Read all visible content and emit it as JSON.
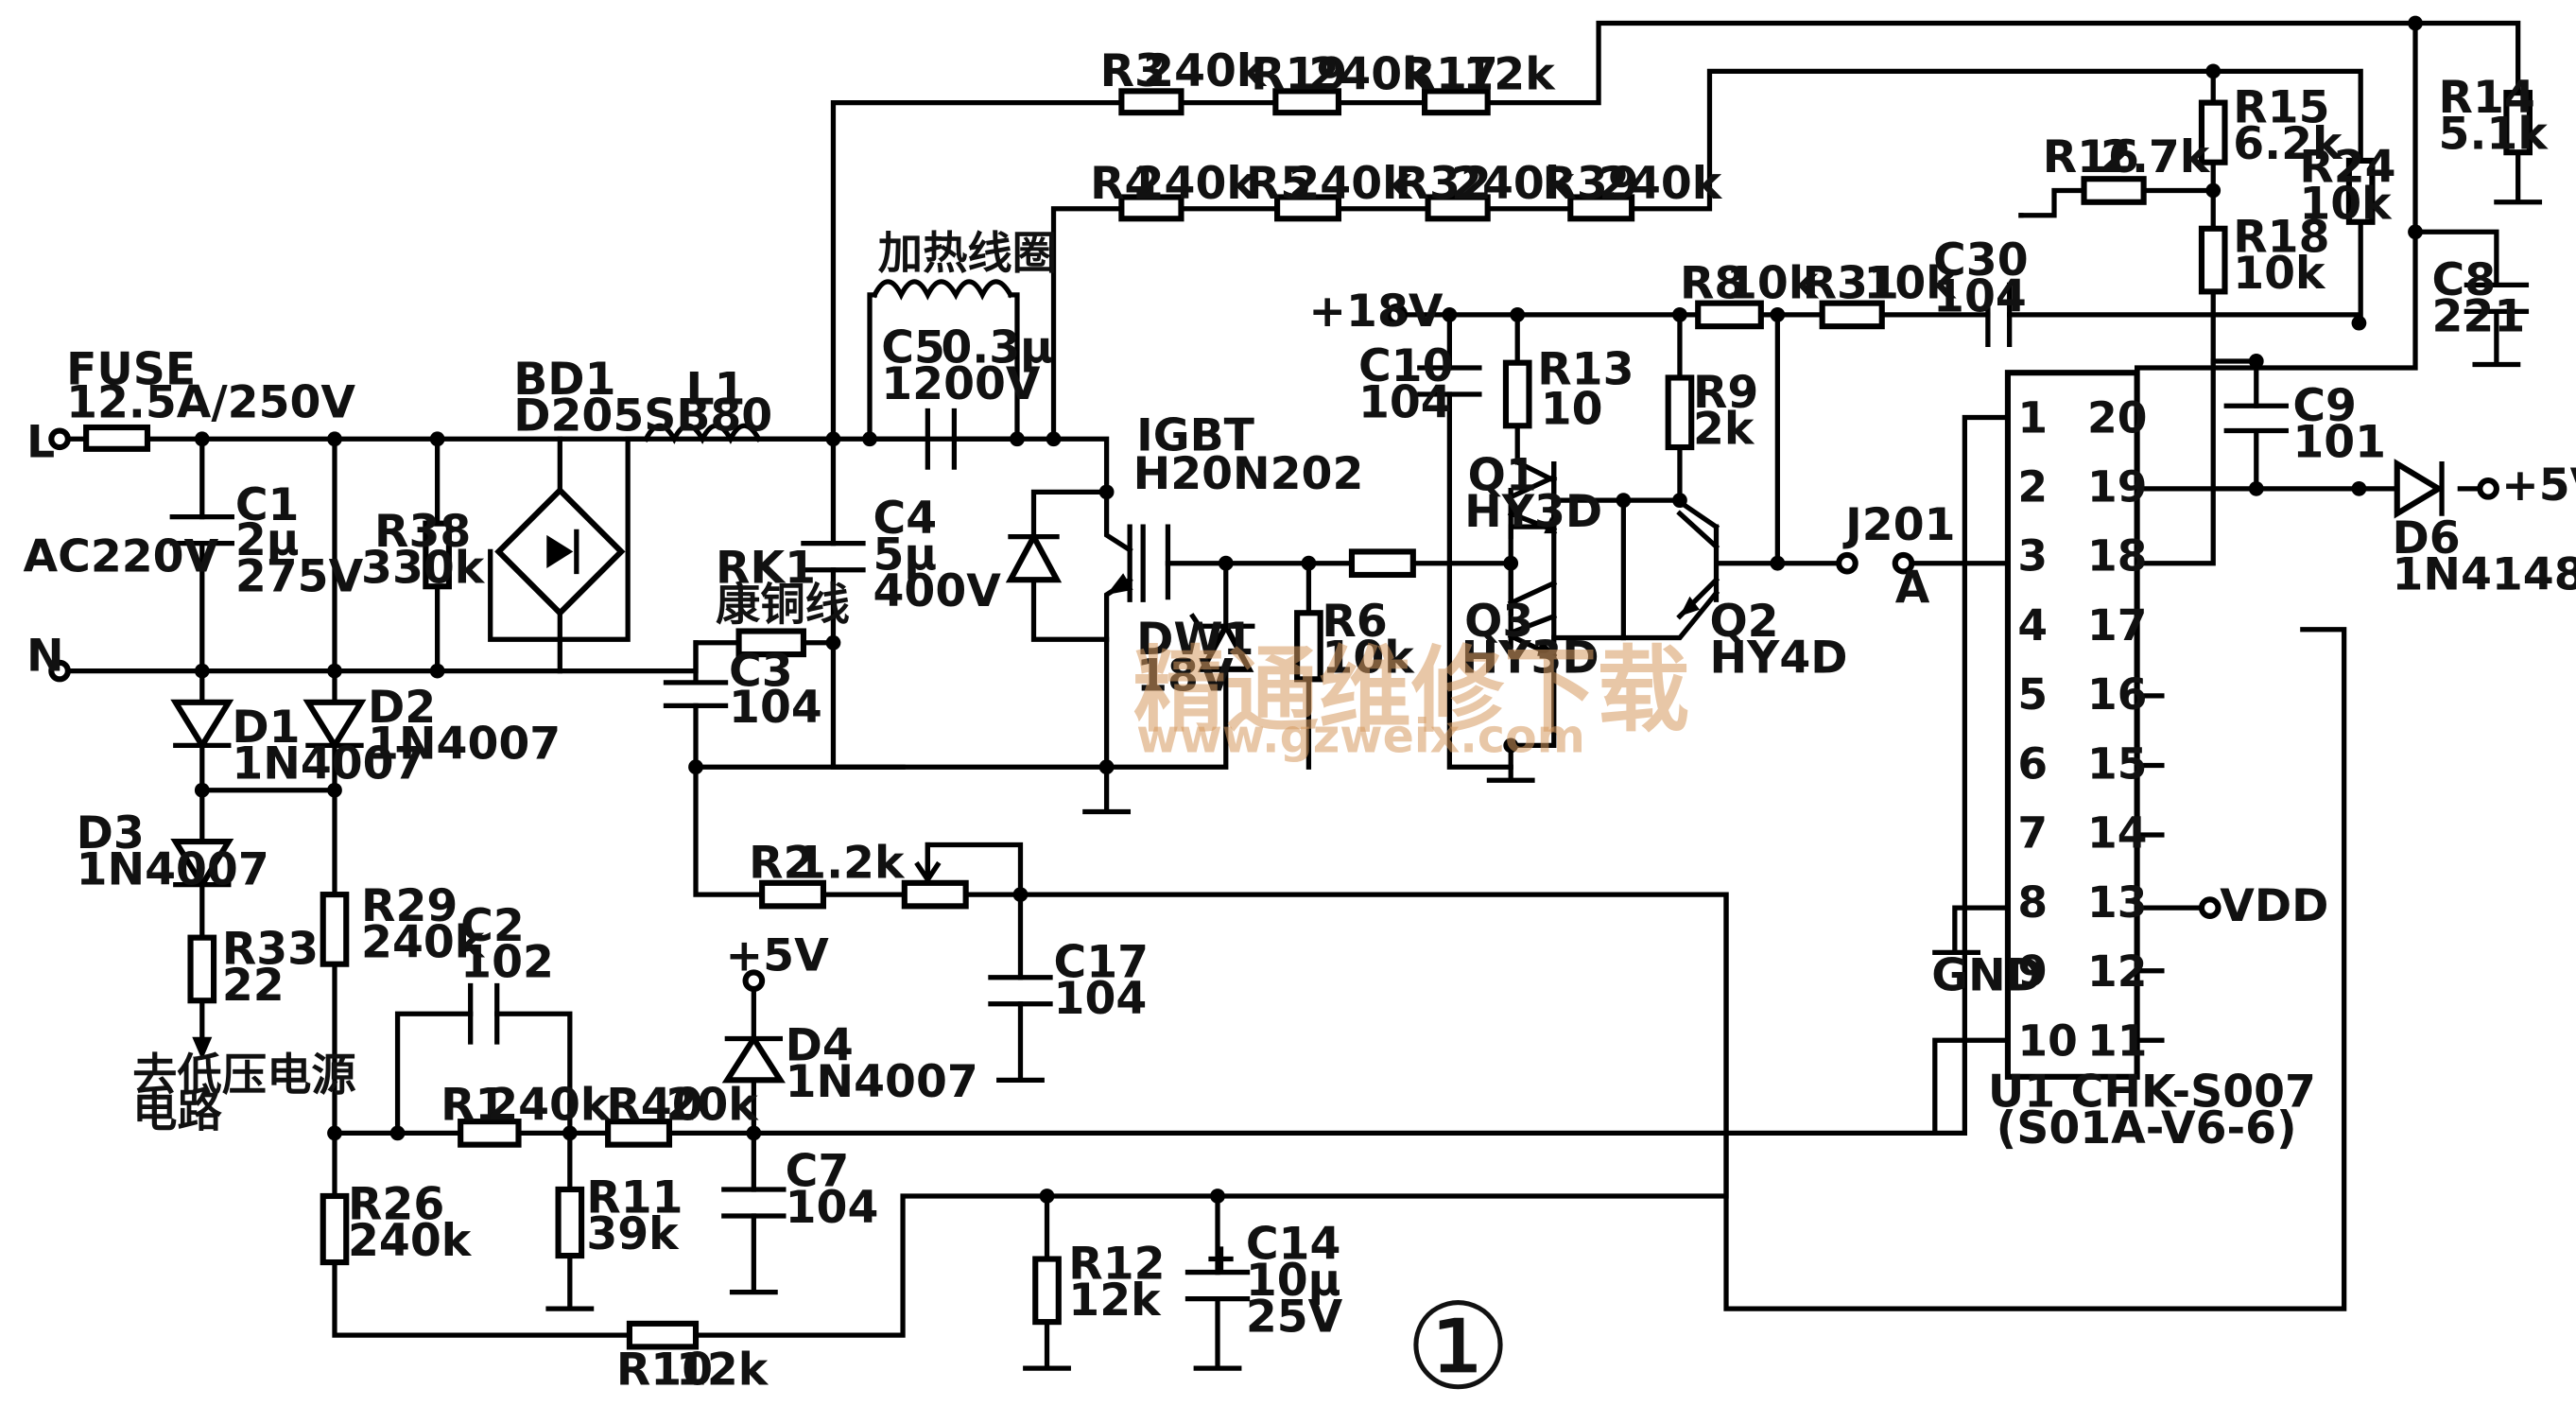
{
  "fuse": {
    "name": "FUSE",
    "rating": "12.5A/250V"
  },
  "input": {
    "L": "L",
    "N": "N",
    "ac": "AC220V"
  },
  "c1": {
    "name": "C1",
    "value": "2μ",
    "voltage": "275V"
  },
  "r38": {
    "name": "R38",
    "value": "330k"
  },
  "bd1": {
    "name": "BD1",
    "part": "D205SB80"
  },
  "l1": {
    "name": "L1"
  },
  "rk1": {
    "name": "RK1",
    "note": "康铜线"
  },
  "c3": {
    "name": "C3",
    "value": "104"
  },
  "c4": {
    "name": "C4",
    "value": "5μ",
    "voltage": "400V"
  },
  "c5": {
    "name": "C5",
    "value": "0.3μ",
    "voltage": "1200V"
  },
  "coil": {
    "label": "加热线圈"
  },
  "igbt": {
    "name": "IGBT",
    "part": "H20N202"
  },
  "dw1": {
    "name": "DW1",
    "value": "18V"
  },
  "r3": {
    "name": "R3",
    "value": "240k"
  },
  "r19": {
    "name": "R19",
    "value": "240k"
  },
  "r17": {
    "name": "R17",
    "value": "12k"
  },
  "r4": {
    "name": "R4",
    "value": "240k"
  },
  "r5": {
    "name": "R5",
    "value": "240k"
  },
  "r32": {
    "name": "R32",
    "value": "240k"
  },
  "r39": {
    "name": "R39",
    "value": "240k"
  },
  "r6": {
    "name": "R6",
    "value": "10k"
  },
  "plus18": "+18V",
  "c10": {
    "name": "C10",
    "value": "104"
  },
  "r13": {
    "name": "R13",
    "value": "10"
  },
  "q1": {
    "name": "Q1",
    "part": "HY3D"
  },
  "q3": {
    "name": "Q3",
    "part": "HY3D"
  },
  "r8": {
    "name": "R8",
    "value": "10k"
  },
  "r9": {
    "name": "R9",
    "value": "2k"
  },
  "q2": {
    "name": "Q2",
    "part": "HY4D"
  },
  "r31": {
    "name": "R31",
    "value": "10k"
  },
  "c30": {
    "name": "C30",
    "value": "104"
  },
  "j201": {
    "name": "J201",
    "point": "A"
  },
  "r16": {
    "name": "R16",
    "value": "2.7k"
  },
  "r15": {
    "name": "R15",
    "value": "6.2k"
  },
  "r18": {
    "name": "R18",
    "value": "10k"
  },
  "r24": {
    "name": "R24",
    "value": "10k"
  },
  "r14": {
    "name": "R14",
    "value": "5.1k"
  },
  "c8": {
    "name": "C8",
    "value": "221"
  },
  "c9": {
    "name": "C9",
    "value": "101"
  },
  "d6": {
    "name": "D6",
    "part": "1N4148"
  },
  "plus5": "+5V",
  "u1": {
    "name": "U1 CHK-S007",
    "sub": "(S01A-V6-6)",
    "left_pins": [
      "1",
      "2",
      "3",
      "4",
      "5",
      "6",
      "7",
      "8",
      "9",
      "10"
    ],
    "right_pins": [
      "20",
      "19",
      "18",
      "17",
      "16",
      "15",
      "14",
      "13",
      "12",
      "11"
    ]
  },
  "vdd": "VDD",
  "gnd": "GND",
  "d1": {
    "name": "D1",
    "part": "1N4007"
  },
  "d2": {
    "name": "D2",
    "part": "1N4007"
  },
  "d3": {
    "name": "D3",
    "part": "1N4007"
  },
  "r33": {
    "name": "R33",
    "value": "22"
  },
  "lowv": [
    "去低压电源",
    "电路"
  ],
  "r29": {
    "name": "R29",
    "value": "240k"
  },
  "c2": {
    "name": "C2",
    "value": "102"
  },
  "r1": {
    "name": "R1",
    "value": "240k"
  },
  "r40": {
    "name": "R40",
    "value": "20k"
  },
  "r11": {
    "name": "R11",
    "value": "39k"
  },
  "d4": {
    "name": "D4",
    "part": "1N4007"
  },
  "c7": {
    "name": "C7",
    "value": "104"
  },
  "r26": {
    "name": "R26",
    "value": "240k"
  },
  "r10": {
    "name": "R10",
    "value": "12k"
  },
  "r2": {
    "name": "R2",
    "value": "1.2k"
  },
  "c17": {
    "name": "C17",
    "value": "104"
  },
  "r12": {
    "name": "R12",
    "value": "12k"
  },
  "c14": {
    "name": "C14",
    "value": "10μ",
    "voltage": "25V"
  },
  "watermark": {
    "cn": "精通维修下载",
    "url": "www.gzweix.com"
  },
  "figure_no": "①"
}
